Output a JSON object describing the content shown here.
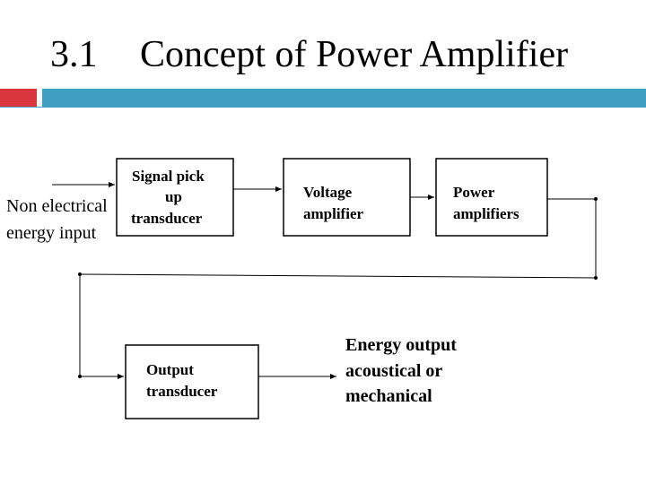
{
  "slide": {
    "title_number": "3.1",
    "title_text": "Concept of Power Amplifier"
  },
  "diagram": {
    "input_label": [
      "Non electrical",
      "energy input"
    ],
    "blocks": [
      {
        "id": "signal-pickup",
        "lines": [
          "Signal pick",
          "up",
          "transducer"
        ]
      },
      {
        "id": "voltage-amplifier",
        "lines": [
          "Voltage",
          "amplifier"
        ]
      },
      {
        "id": "power-amplifiers",
        "lines": [
          "Power",
          "amplifiers"
        ]
      },
      {
        "id": "output-transducer",
        "lines": [
          "Output",
          "transducer"
        ]
      }
    ],
    "output_label": [
      "Energy output",
      "acoustical or",
      "mechanical"
    ]
  },
  "colors": {
    "accent_red": "#d9363e",
    "accent_blue": "#3f9fc3",
    "line": "#000000"
  }
}
